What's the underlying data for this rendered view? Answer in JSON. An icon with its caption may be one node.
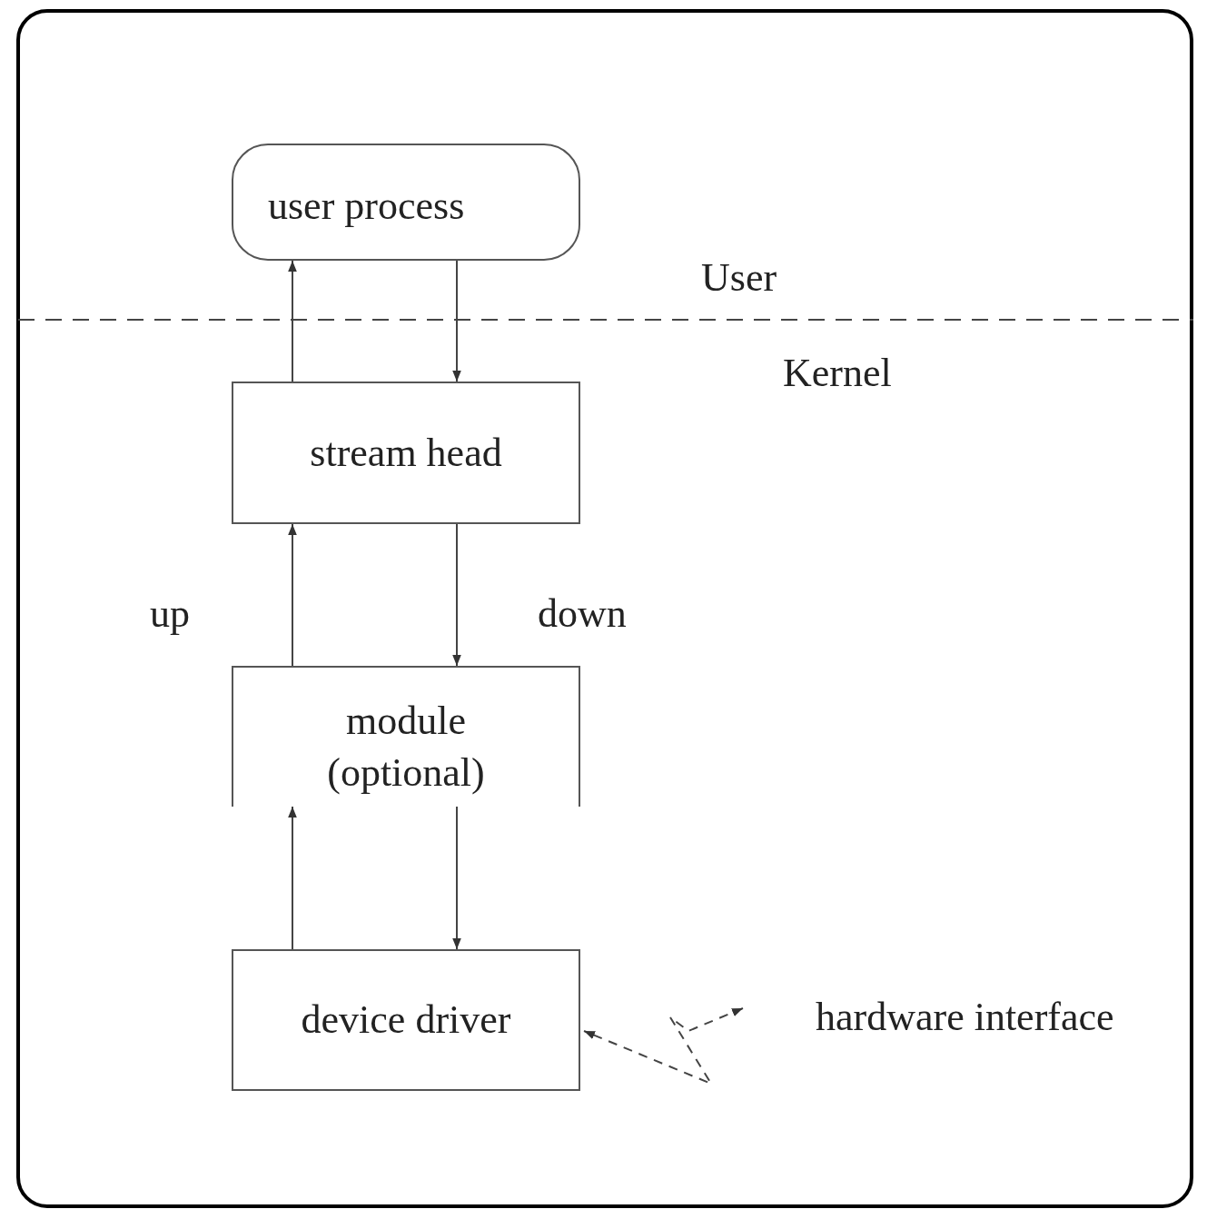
{
  "diagram": {
    "nodes": [
      {
        "text": [
          "user process"
        ]
      },
      {
        "text": [
          "stream head"
        ]
      },
      {
        "text": [
          "module (optional)"
        ]
      },
      {
        "text": [
          "device driver"
        ]
      },
      {
        "text": [
          "hardware interface"
        ]
      }
    ],
    "edges": [
      {
        "from": 1,
        "to": 0,
        "arrow": "to"
      },
      {
        "from": 0,
        "to": 1,
        "arrow": "to"
      },
      {
        "from": 2,
        "to": 1,
        "arrow": "to"
      },
      {
        "from": 1,
        "to": 2,
        "arrow": "to"
      },
      {
        "from": 3,
        "to": 2,
        "arrow": "to"
      },
      {
        "from": 2,
        "to": 3,
        "arrow": "to"
      },
      {
        "from": 4,
        "to": 3,
        "arrow": "both",
        "style": "dashed"
      }
    ],
    "labels": [
      "User",
      "Kernel",
      "up",
      "down"
    ]
  }
}
